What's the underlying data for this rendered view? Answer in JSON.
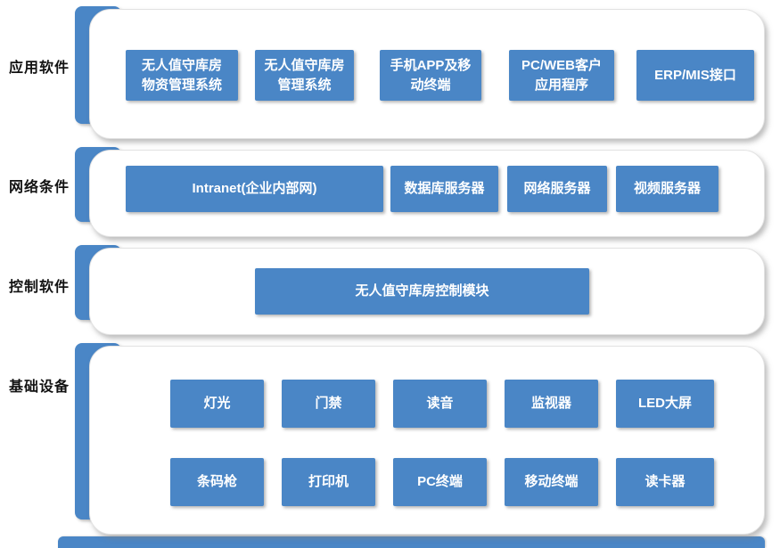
{
  "colors": {
    "accent_blue": "#4a86c6"
  },
  "rows": [
    {
      "label": "应用软件",
      "items": [
        {
          "label": "无人值守库房\n物资管理系统"
        },
        {
          "label": "无人值守库房\n管理系统"
        },
        {
          "label": "手机APP及移\n动终端"
        },
        {
          "label": "PC/WEB客户\n应用程序"
        },
        {
          "label": "ERP/MIS接口"
        }
      ]
    },
    {
      "label": "网络条件",
      "items": [
        {
          "label": "Intranet(企业内部网)"
        },
        {
          "label": "数据库服务器"
        },
        {
          "label": "网络服务器"
        },
        {
          "label": "视频服务器"
        }
      ]
    },
    {
      "label": "控制软件",
      "items": [
        {
          "label": "无人值守库房控制模块"
        }
      ]
    },
    {
      "label": "基础设备",
      "items": [
        {
          "label": "灯光"
        },
        {
          "label": "门禁"
        },
        {
          "label": "读音"
        },
        {
          "label": "监视器"
        },
        {
          "label": "LED大屏"
        },
        {
          "label": "条码枪"
        },
        {
          "label": "打印机"
        },
        {
          "label": "PC终端"
        },
        {
          "label": "移动终端"
        },
        {
          "label": "读卡器"
        }
      ]
    }
  ]
}
